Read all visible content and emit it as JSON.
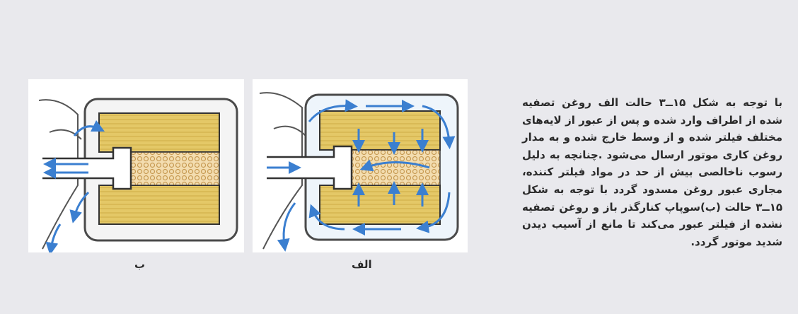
{
  "paragraph": {
    "text": "با توجه به شکل ۱۵ــ۳ حالت الف روغن تصفیه شده از اطراف وارد شده و پس از عبور از لایه‌های مختلف فیلتر شده و از وسط خارج شده و به مدار روغن کاری موتور ارسال می‌شود .چنانچه به دلیل رسوب ناخالصی بیش از حد در مواد فیلتر کننده، مجاری عبور روغن مسدود گردد با توجه به شکل ۱۵ــ۳ حالت (ب)سوپاپ کنارگذر باز و روغن تصفیه نشده از فیلتر عبور می‌کند تا مانع از آسیب دیدن شدید موتور گردد."
  },
  "figures": {
    "alef": {
      "caption": "الف",
      "illustration": "oil-filter-normal-flow"
    },
    "be": {
      "caption": "ب",
      "illustration": "oil-filter-bypass-flow"
    }
  },
  "colors": {
    "background": "#e9e9ed",
    "text": "#2a2a2a",
    "filter_media": "#e2c66a",
    "filter_core": "#f1d9a5",
    "flow_arrow": "#3b7fd0",
    "casing": "#5a5a5a"
  }
}
